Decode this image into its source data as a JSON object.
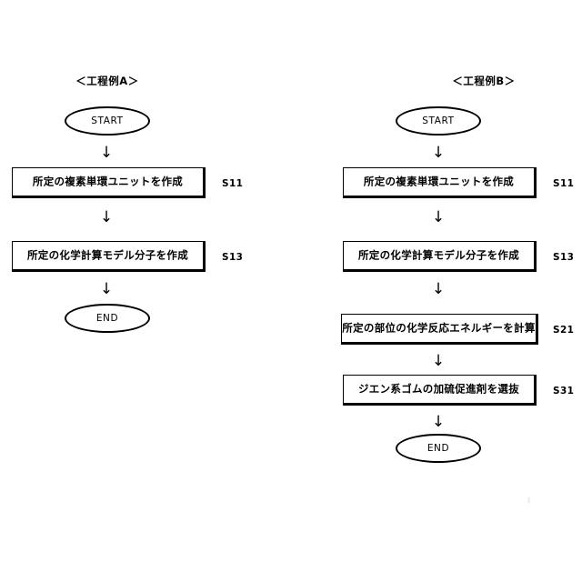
{
  "figure": {
    "name": "process-flow-comparison",
    "arrow_glyph": "↓",
    "columns": [
      {
        "id": "a",
        "title": "＜工程例A＞",
        "start_label": "START",
        "end_label": "END",
        "steps": [
          {
            "text": "所定の複素単環ユニットを作成",
            "tag": "S11"
          },
          {
            "text": "所定の化学計算モデル分子を作成",
            "tag": "S13"
          }
        ]
      },
      {
        "id": "b",
        "title": "＜工程例B＞",
        "start_label": "START",
        "end_label": "END",
        "steps": [
          {
            "text": "所定の複素単環ユニットを作成",
            "tag": "S11"
          },
          {
            "text": "所定の化学計算モデル分子を作成",
            "tag": "S13"
          },
          {
            "text": "所定の部位の化学反応エネルギーを計算",
            "tag": "S21"
          },
          {
            "text": "ジエン系ゴムの加硫促進剤を選抜",
            "tag": "S31"
          }
        ]
      }
    ]
  }
}
